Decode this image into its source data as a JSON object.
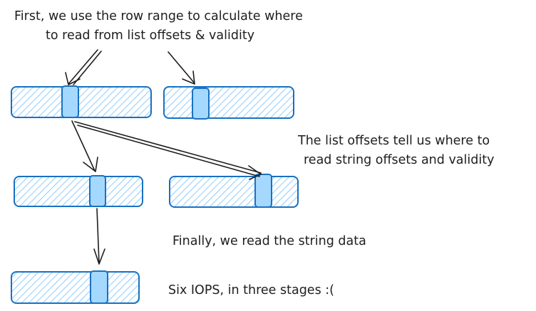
{
  "annotations": {
    "intro_line1": "First, we use the row range to calculate where",
    "intro_line2": "to read from list offsets & validity",
    "list_offsets_line1": "The list offsets tell us where to",
    "list_offsets_line2": "read string offsets and validity",
    "finally": "Finally, we read the string data",
    "summary": "Six IOPS, in three stages :("
  },
  "colors": {
    "bar_stroke": "#1971c2",
    "bar_hatch": "#74c0fc",
    "highlight_fill": "#a5d8ff",
    "ink": "#1e1e1e"
  }
}
